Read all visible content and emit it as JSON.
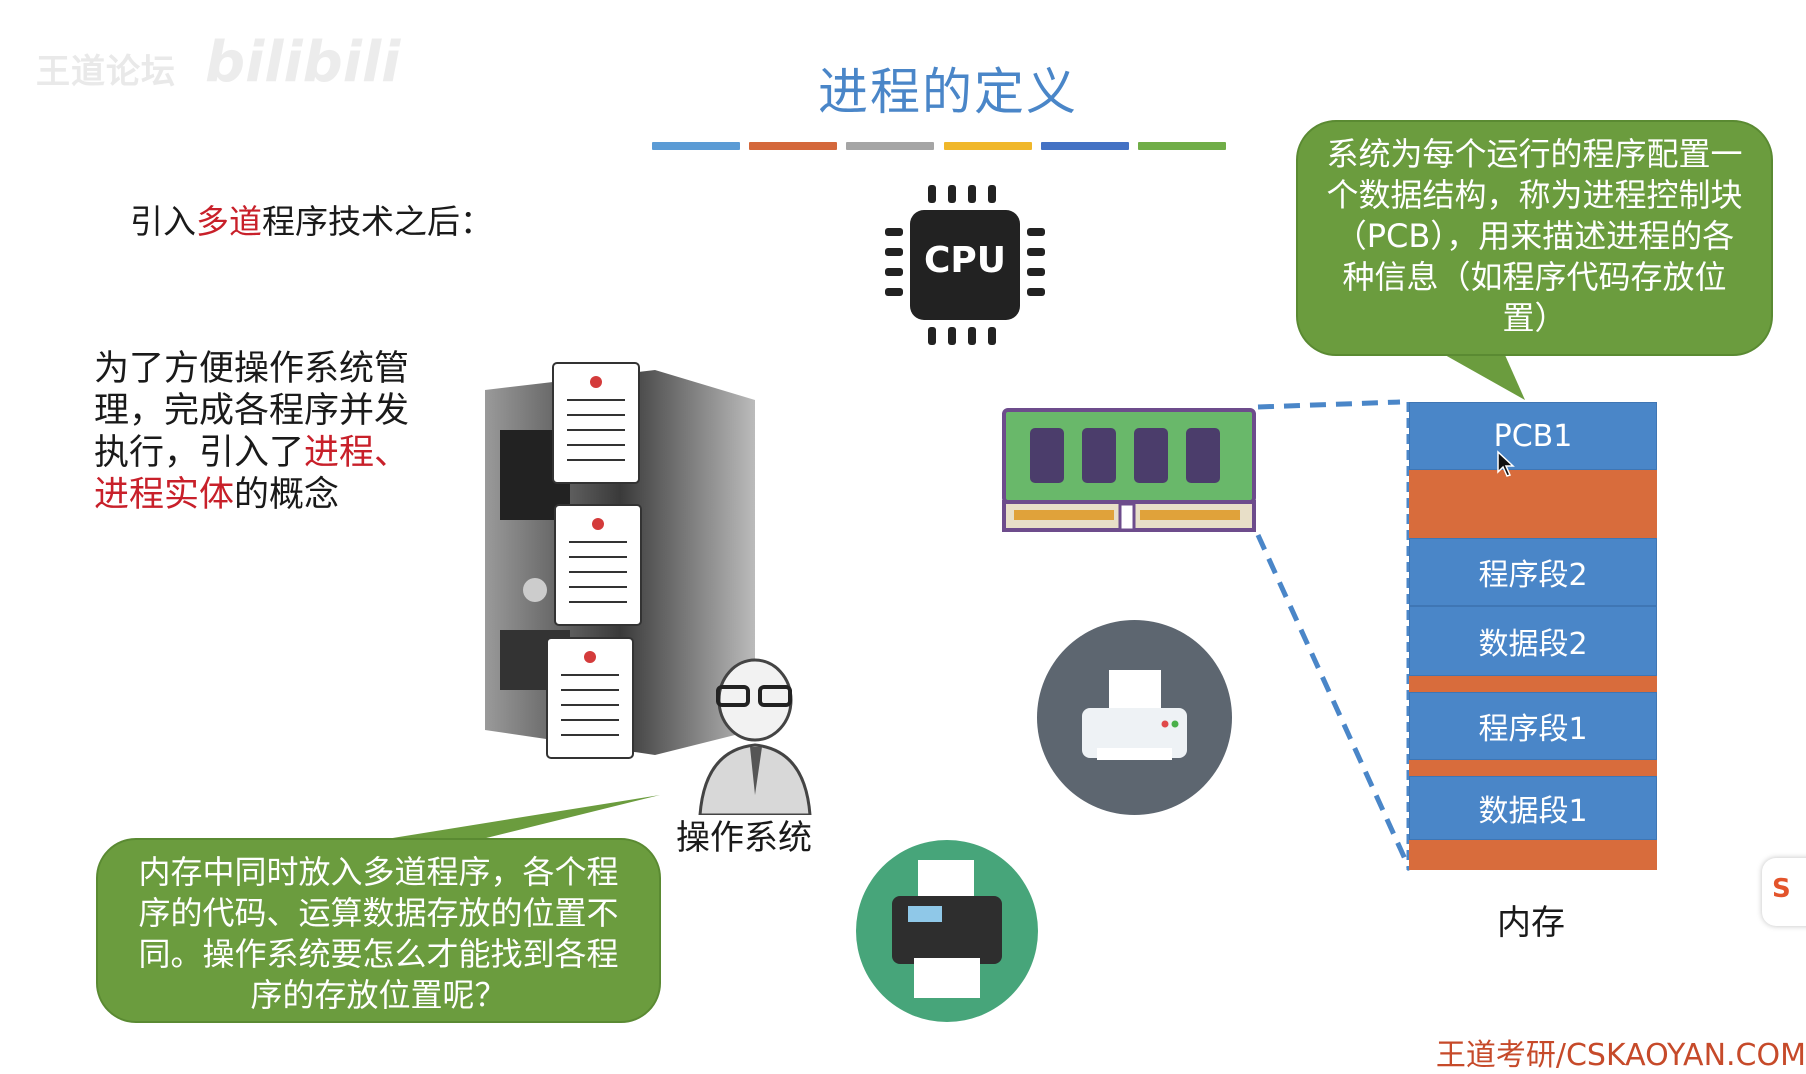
{
  "watermark": {
    "text": "王道论坛",
    "logo": "bilibili"
  },
  "title": "进程的定义",
  "title_bar_colors": [
    "#5b9bd5",
    "#d4683b",
    "#a5a5a5",
    "#f0b72a",
    "#4472c4",
    "#70ad47"
  ],
  "intro": {
    "before": "引入",
    "highlight": "多道",
    "after": "程序技术之后："
  },
  "concept": {
    "line_a": "为了方便操作系统管理，完成各程序并发执行，引入了",
    "highlight": "进程、进程实体",
    "line_b": "的概念"
  },
  "callout_left": {
    "text": "内存中同时放入多道程序，各个程序的代码、运算数据存放的位置不同。操作系统要怎么才能找到各程序的存放位置呢？"
  },
  "callout_right": {
    "text": "系统为每个运行的程序配置一个数据结构，称为进程控制块（PCB），用来描述进程的各种信息（如程序代码存放位置）"
  },
  "os_label": "操作系统",
  "cpu_label": "CPU",
  "memory": {
    "label": "内存",
    "blocks": [
      "PCB1",
      "程序段2",
      "数据段2",
      "程序段1",
      "数据段1"
    ]
  },
  "footer": "王道考研/CSKAOYAN.COM",
  "icons": {
    "cpu": "cpu-chip-icon",
    "ram": "ram-stick-icon",
    "printer_gray": "printer-icon",
    "printer_green": "scanner-printer-icon",
    "server": "server-tower-icon",
    "person": "os-person-icon",
    "cursor": "mouse-cursor-icon",
    "side_widget": "sogou-ime-icon"
  },
  "colors": {
    "accent_blue": "#4a86c8",
    "highlight_red": "#c8202a",
    "callout_green": "#6b9c3e",
    "memory_orange": "#d86c3c"
  }
}
